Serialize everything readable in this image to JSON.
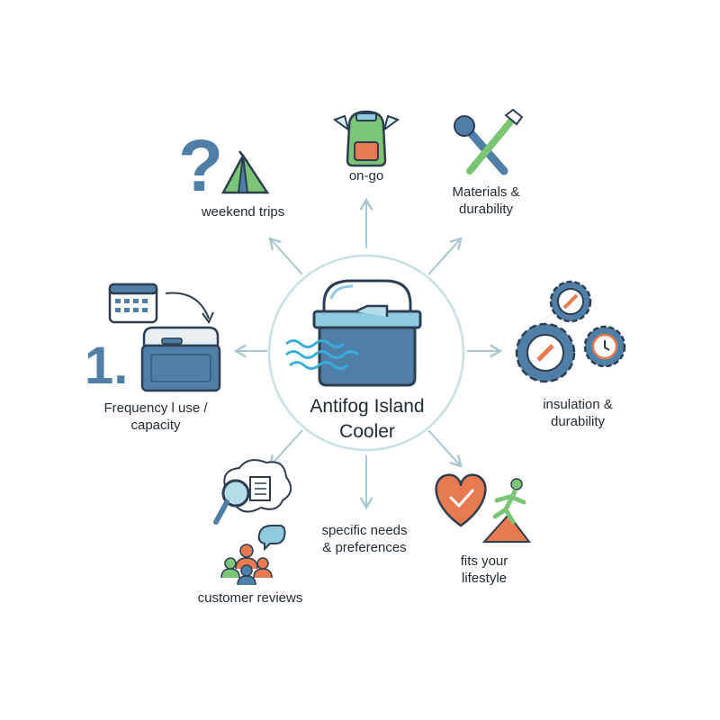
{
  "center": {
    "title": "Antifog Island\nCooler",
    "icon": "cooler-icon"
  },
  "nodes": [
    {
      "id": "weekend-trips",
      "label": "weekend trips",
      "icon": "question-tent-icon"
    },
    {
      "id": "on-go",
      "label": "on-go",
      "icon": "backpack-icon"
    },
    {
      "id": "materials",
      "label": "Materials &\ndurability",
      "icon": "wrench-screwdriver-icon"
    },
    {
      "id": "insulation",
      "label": "insulation &\ndurability",
      "icon": "gears-icon"
    },
    {
      "id": "fits-lifestyle",
      "label": "fits your\nlifestyle",
      "icon": "heart-runner-icon"
    },
    {
      "id": "specific-needs",
      "label": "specific needs\n& preferences",
      "icon": ""
    },
    {
      "id": "customer-reviews",
      "label": "customer reviews",
      "icon": "magnifier-people-icon"
    },
    {
      "id": "frequency",
      "label": "Frequency l use /\ncapacity",
      "icon": "calendar-cooler-icon",
      "badge": "1."
    }
  ],
  "colors": {
    "blue": "#4f7fa6",
    "light_blue": "#8ec9df",
    "green": "#7cc576",
    "orange": "#e87a4f",
    "dark": "#2c3e50",
    "arrow": "#aac6cf"
  }
}
